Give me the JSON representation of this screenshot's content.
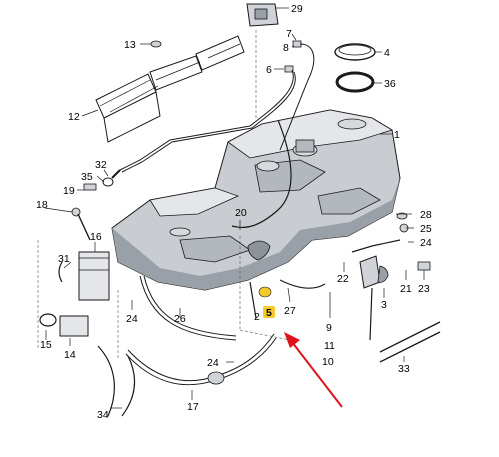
{
  "diagram": {
    "callouts": {
      "n1": "1",
      "n2": "2",
      "n3": "3",
      "n4": "4",
      "n5": "5",
      "n6": "6",
      "n7": "7",
      "n8": "8",
      "n9": "9",
      "n10": "10",
      "n11": "11",
      "n12": "12",
      "n13": "13",
      "n14": "14",
      "n15": "15",
      "n16": "16",
      "n17": "17",
      "n18": "18",
      "n19": "19",
      "n20": "20",
      "n21": "21",
      "n22": "22",
      "n23": "23",
      "n24": "24",
      "n25": "25",
      "n26": "26",
      "n27": "27",
      "n28": "28",
      "n29": "29",
      "n31": "31",
      "n32": "32",
      "n33": "33",
      "n34": "34",
      "n35": "35",
      "n36": "36"
    },
    "colors": {
      "tank_fill": "#c9cdd2",
      "tank_shadow": "#9aa0a7",
      "line": "#1a1a1a",
      "highlight": "#f2cb2b",
      "arrow": "#e0121c"
    }
  }
}
